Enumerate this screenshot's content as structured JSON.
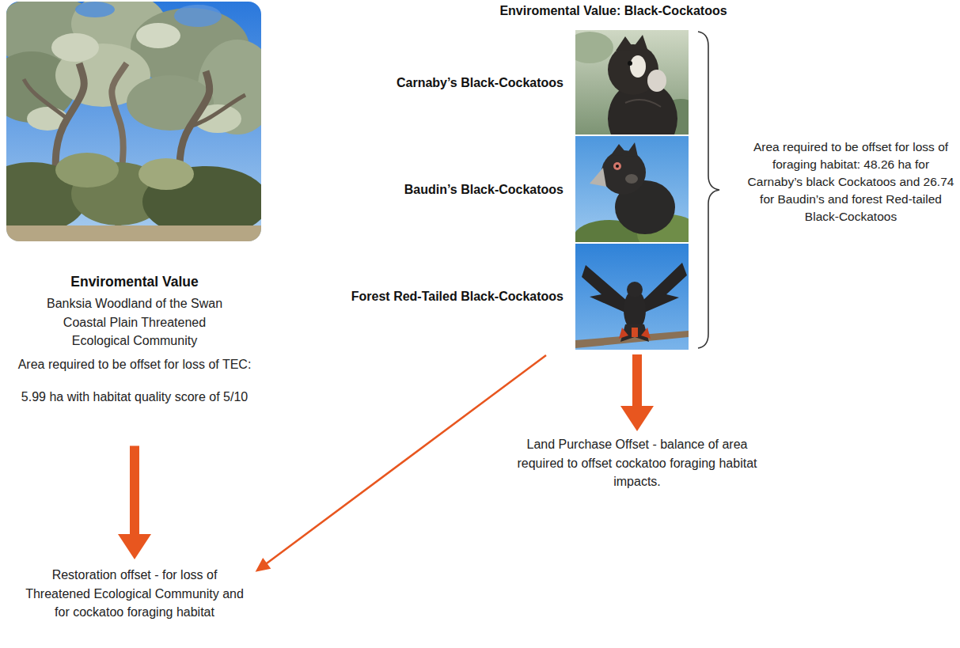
{
  "diagram": {
    "nodes": [
      {
        "text": [
          "Enviromental Value",
          "Banksia Woodland of the Swan Coastal Plain Threatened Ecological Community",
          "Area required to be offset for loss of TEC:",
          "5.99 ha with habitat quality score of 5/10"
        ]
      },
      {
        "text": [
          "Enviromental Value: Black-Cockatoos",
          "Area required to be offset for loss of foraging habitat: 48.26 ha for Carnaby’s black Cockatoos and 26.74 for Baudin’s and forest Red-tailed Black-Cockatoos"
        ]
      },
      {
        "text": [
          "Carnaby’s Black-Cockatoos"
        ],
        "in": 1
      },
      {
        "text": [
          "Baudin’s Black-Cockatoos"
        ],
        "in": 1
      },
      {
        "text": [
          "Forest Red-Tailed Black-Cockatoos"
        ],
        "in": 1
      },
      {
        "text": [
          "Land Purchase Offset - balance of area required to offset cockatoo foraging habitat impacts."
        ]
      },
      {
        "text": [
          "Restoration offset - for loss of Threatened Ecological Community and for cockatoo foraging habitat"
        ]
      }
    ],
    "edges": [
      {
        "from": 0,
        "to": 6,
        "arrow": "to"
      },
      {
        "from": 1,
        "to": 5,
        "arrow": "to"
      },
      {
        "from": 1,
        "to": 6,
        "arrow": "to"
      }
    ]
  }
}
